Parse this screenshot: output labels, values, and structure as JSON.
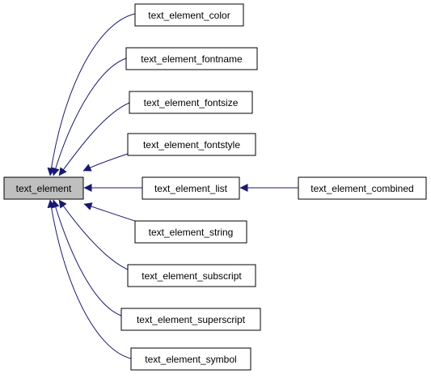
{
  "colors": {
    "edge": "#191970",
    "node_border": "#000000",
    "node_fill": "#ffffff",
    "highlight_fill": "#bfbfbf"
  },
  "nodes": [
    {
      "id": "text_element",
      "label": "text_element",
      "highlighted": true
    },
    {
      "id": "text_element_color",
      "label": "text_element_color"
    },
    {
      "id": "text_element_fontname",
      "label": "text_element_fontname"
    },
    {
      "id": "text_element_fontsize",
      "label": "text_element_fontsize"
    },
    {
      "id": "text_element_fontstyle",
      "label": "text_element_fontstyle"
    },
    {
      "id": "text_element_list",
      "label": "text_element_list"
    },
    {
      "id": "text_element_combined",
      "label": "text_element_combined"
    },
    {
      "id": "text_element_string",
      "label": "text_element_string"
    },
    {
      "id": "text_element_subscript",
      "label": "text_element_subscript"
    },
    {
      "id": "text_element_superscript",
      "label": "text_element_superscript"
    },
    {
      "id": "text_element_symbol",
      "label": "text_element_symbol"
    }
  ],
  "edges": [
    {
      "from": "text_element_color",
      "to": "text_element"
    },
    {
      "from": "text_element_fontname",
      "to": "text_element"
    },
    {
      "from": "text_element_fontsize",
      "to": "text_element"
    },
    {
      "from": "text_element_fontstyle",
      "to": "text_element"
    },
    {
      "from": "text_element_list",
      "to": "text_element"
    },
    {
      "from": "text_element_string",
      "to": "text_element"
    },
    {
      "from": "text_element_subscript",
      "to": "text_element"
    },
    {
      "from": "text_element_superscript",
      "to": "text_element"
    },
    {
      "from": "text_element_symbol",
      "to": "text_element"
    },
    {
      "from": "text_element_combined",
      "to": "text_element_list"
    }
  ]
}
